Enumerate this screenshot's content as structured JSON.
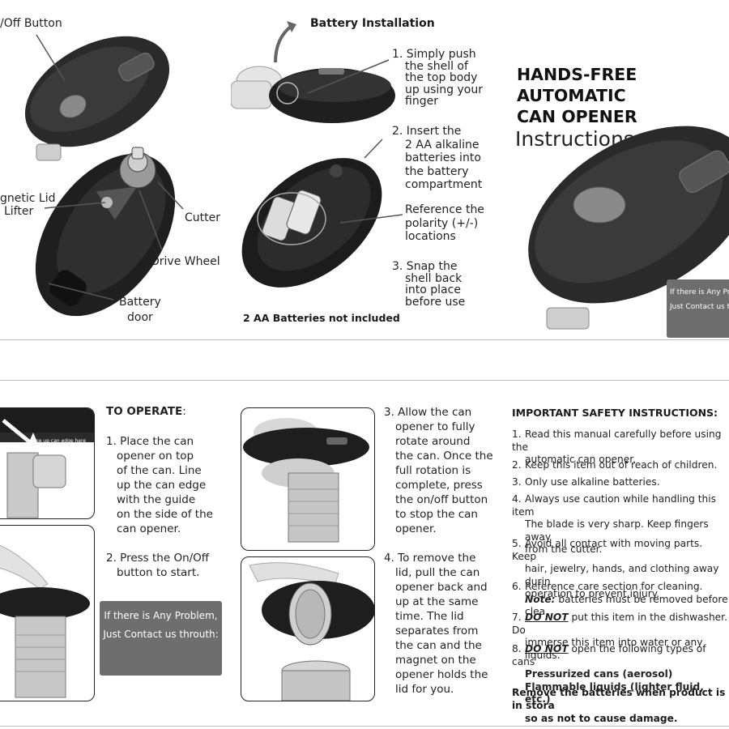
{
  "diagram": {
    "on_off_label": "/Off Button",
    "lid_lifter_label": [
      "gnetic Lid",
      "Lifter"
    ],
    "cutter_label": "Cutter",
    "drive_wheel_label": "Drive Wheel",
    "battery_door_label": [
      "Battery",
      "door"
    ]
  },
  "battery": {
    "title": "Battery Installation",
    "step1": [
      "1. Simply push",
      "the shell of",
      "the top body",
      "up using your",
      "finger"
    ],
    "step2": [
      "2. Insert the",
      "2 AA alkaline",
      "batteries into",
      "the battery",
      "compartment"
    ],
    "polarity": [
      "Reference the",
      "polarity (+/-)",
      "locations"
    ],
    "step3": [
      "3. Snap the",
      "shell back",
      "into place",
      "before use"
    ],
    "footnote": "2 AA Batteries not included"
  },
  "cover": {
    "title_lines": [
      "HANDS-FREE",
      "AUTOMATIC",
      "CAN OPENER"
    ],
    "subtitle": "Instructions",
    "contact_lines": [
      "If there is Any Pro",
      "Just Contact us t"
    ]
  },
  "operate": {
    "heading": "TO OPERATE",
    "guide_label": "Line up can edge here",
    "step1": [
      "1. Place the can",
      "opener on top",
      "of the can. Line",
      "up the can edge",
      "with the guide",
      "on the side of the",
      "can opener."
    ],
    "step2": [
      "2. Press the On/Off",
      "button to start."
    ],
    "contact_lines": [
      "If there is Any Problem,",
      "Just Contact us throuth:"
    ],
    "step3": [
      "3. Allow the can",
      "opener to fully",
      "rotate around",
      "the can. Once the",
      "full rotation is",
      "complete, press",
      "the on/off button",
      "to stop the can",
      "opener."
    ],
    "step4": [
      "4. To remove the",
      "lid, pull the can",
      "opener back and",
      "up at the same",
      "time. The lid",
      "separates from",
      "the can and the",
      "magnet on the",
      "opener holds the",
      "lid for you."
    ]
  },
  "safety": {
    "heading": "IMPORTANT SAFETY INSTRUCTIONS:",
    "items": [
      {
        "n": "1.",
        "lines": [
          "Read this manual carefully before using the",
          "automatic can opener."
        ]
      },
      {
        "n": "2.",
        "lines": [
          "Keep this item out of reach of children."
        ]
      },
      {
        "n": "3.",
        "lines": [
          "Only use alkaline batteries."
        ]
      },
      {
        "n": "4.",
        "lines": [
          "Always use caution while handling this item",
          "The blade is very sharp. Keep fingers away",
          "from the cutter."
        ]
      },
      {
        "n": "5.",
        "lines": [
          "Avoid all contact with moving parts. Keep",
          "hair, jewelry, hands, and clothing away durin",
          "operation to prevent injury."
        ]
      },
      {
        "n": "6.",
        "lines": [
          "Reference care section for cleaning."
        ],
        "note_label": "Note:",
        "note_text": " batteries must be removed before clea"
      },
      {
        "n": "7.",
        "do_not": "DO NOT",
        "lines": [
          " put this item in the dishwasher. Do",
          "immerse this item into water or any liquids."
        ]
      },
      {
        "n": "8.",
        "do_not": "DO NOT",
        "lines": [
          " open the following types of cans"
        ],
        "bold_lines": [
          "Pressurized cans (aerosol)",
          "Flammable liquids (lighter fluid, etc.)"
        ]
      }
    ],
    "closing": [
      "Remove the batteries when product is in stora",
      "so as not to cause damage."
    ]
  }
}
